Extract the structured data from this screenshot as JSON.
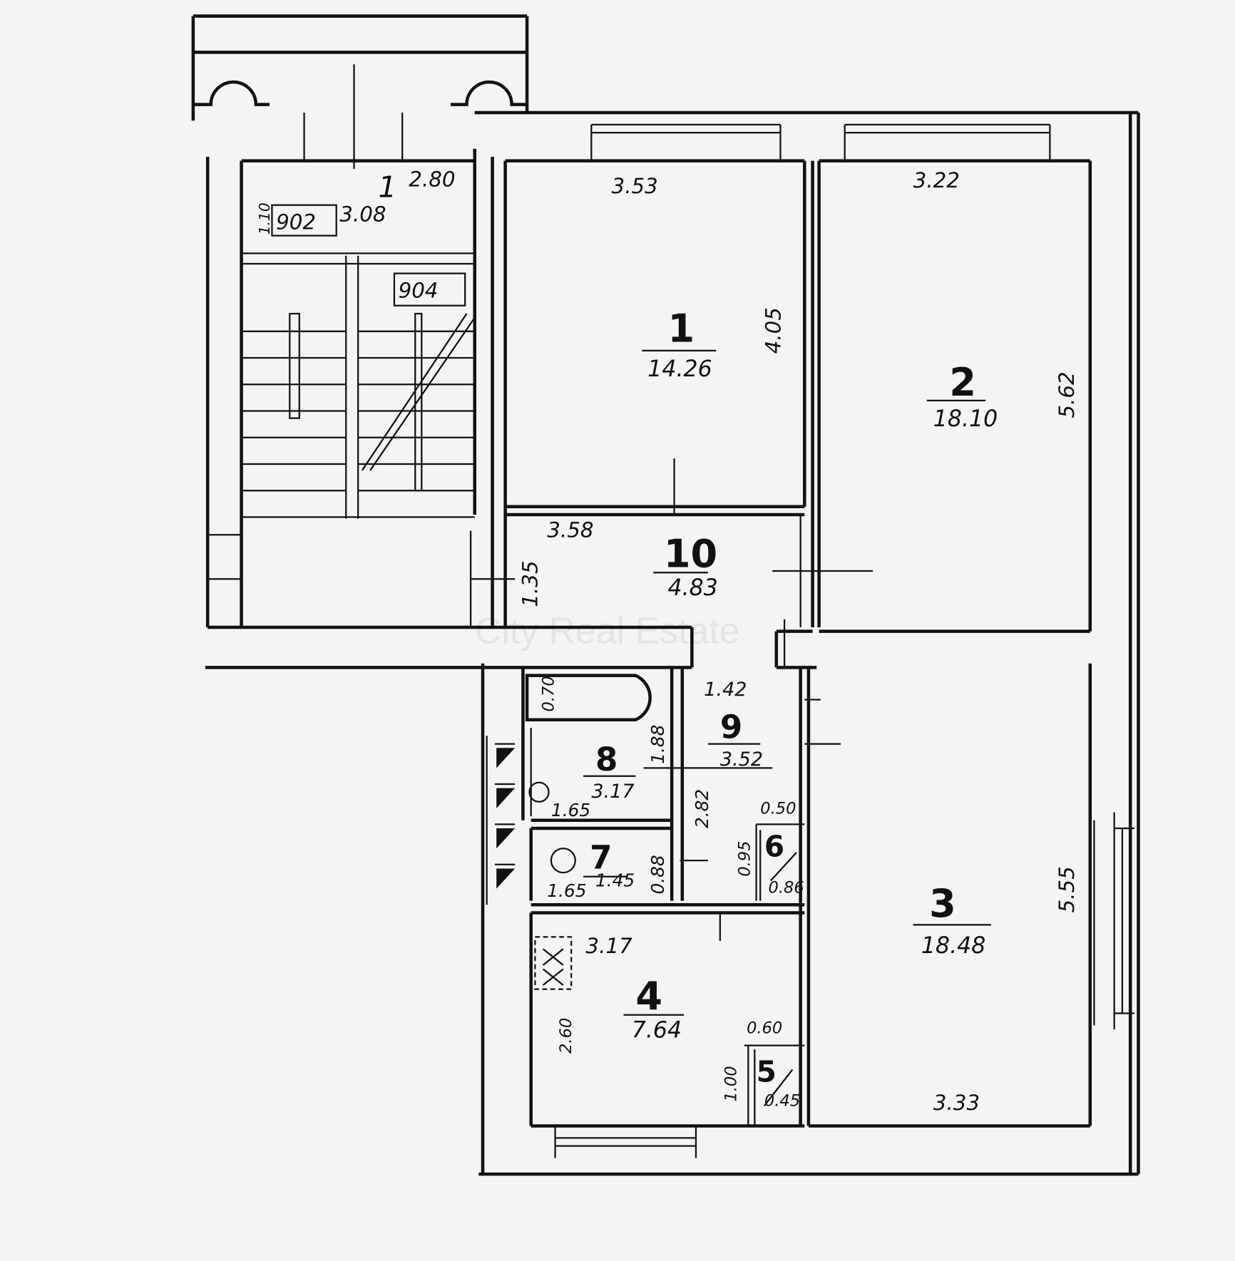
{
  "watermark": "City Real Estate",
  "staircase": {
    "number": "1",
    "dim_top": "2.80",
    "dim_side": "3.08",
    "dim_small": "1.10",
    "box_label_1": "902",
    "box_label_2": "904"
  },
  "rooms": [
    {
      "number": "1",
      "area": "14.26",
      "width": "3.53",
      "length": "4.05"
    },
    {
      "number": "2",
      "area": "18.10",
      "width": "3.22",
      "length": "5.62"
    },
    {
      "number": "3",
      "area": "18.48",
      "width": "3.33",
      "length": "5.55"
    },
    {
      "number": "4",
      "area": "7.64",
      "width": "3.17",
      "length": "2.60"
    },
    {
      "number": "5",
      "area": "0.45",
      "width": "0.60",
      "length": "1.00"
    },
    {
      "number": "6",
      "area": "0.86",
      "width": "0.50",
      "length": "0.95"
    },
    {
      "number": "7",
      "area": "1.45",
      "width": "1.65",
      "length": "0.88"
    },
    {
      "number": "8",
      "area": "3.17",
      "width": "1.65",
      "length": "1.88"
    },
    {
      "number": "9",
      "area": "3.52",
      "width": "1.42",
      "length": "2.82"
    },
    {
      "number": "10",
      "area": "4.83",
      "width": "3.58",
      "length": "1.35"
    }
  ],
  "bathtub_label": "0.70"
}
